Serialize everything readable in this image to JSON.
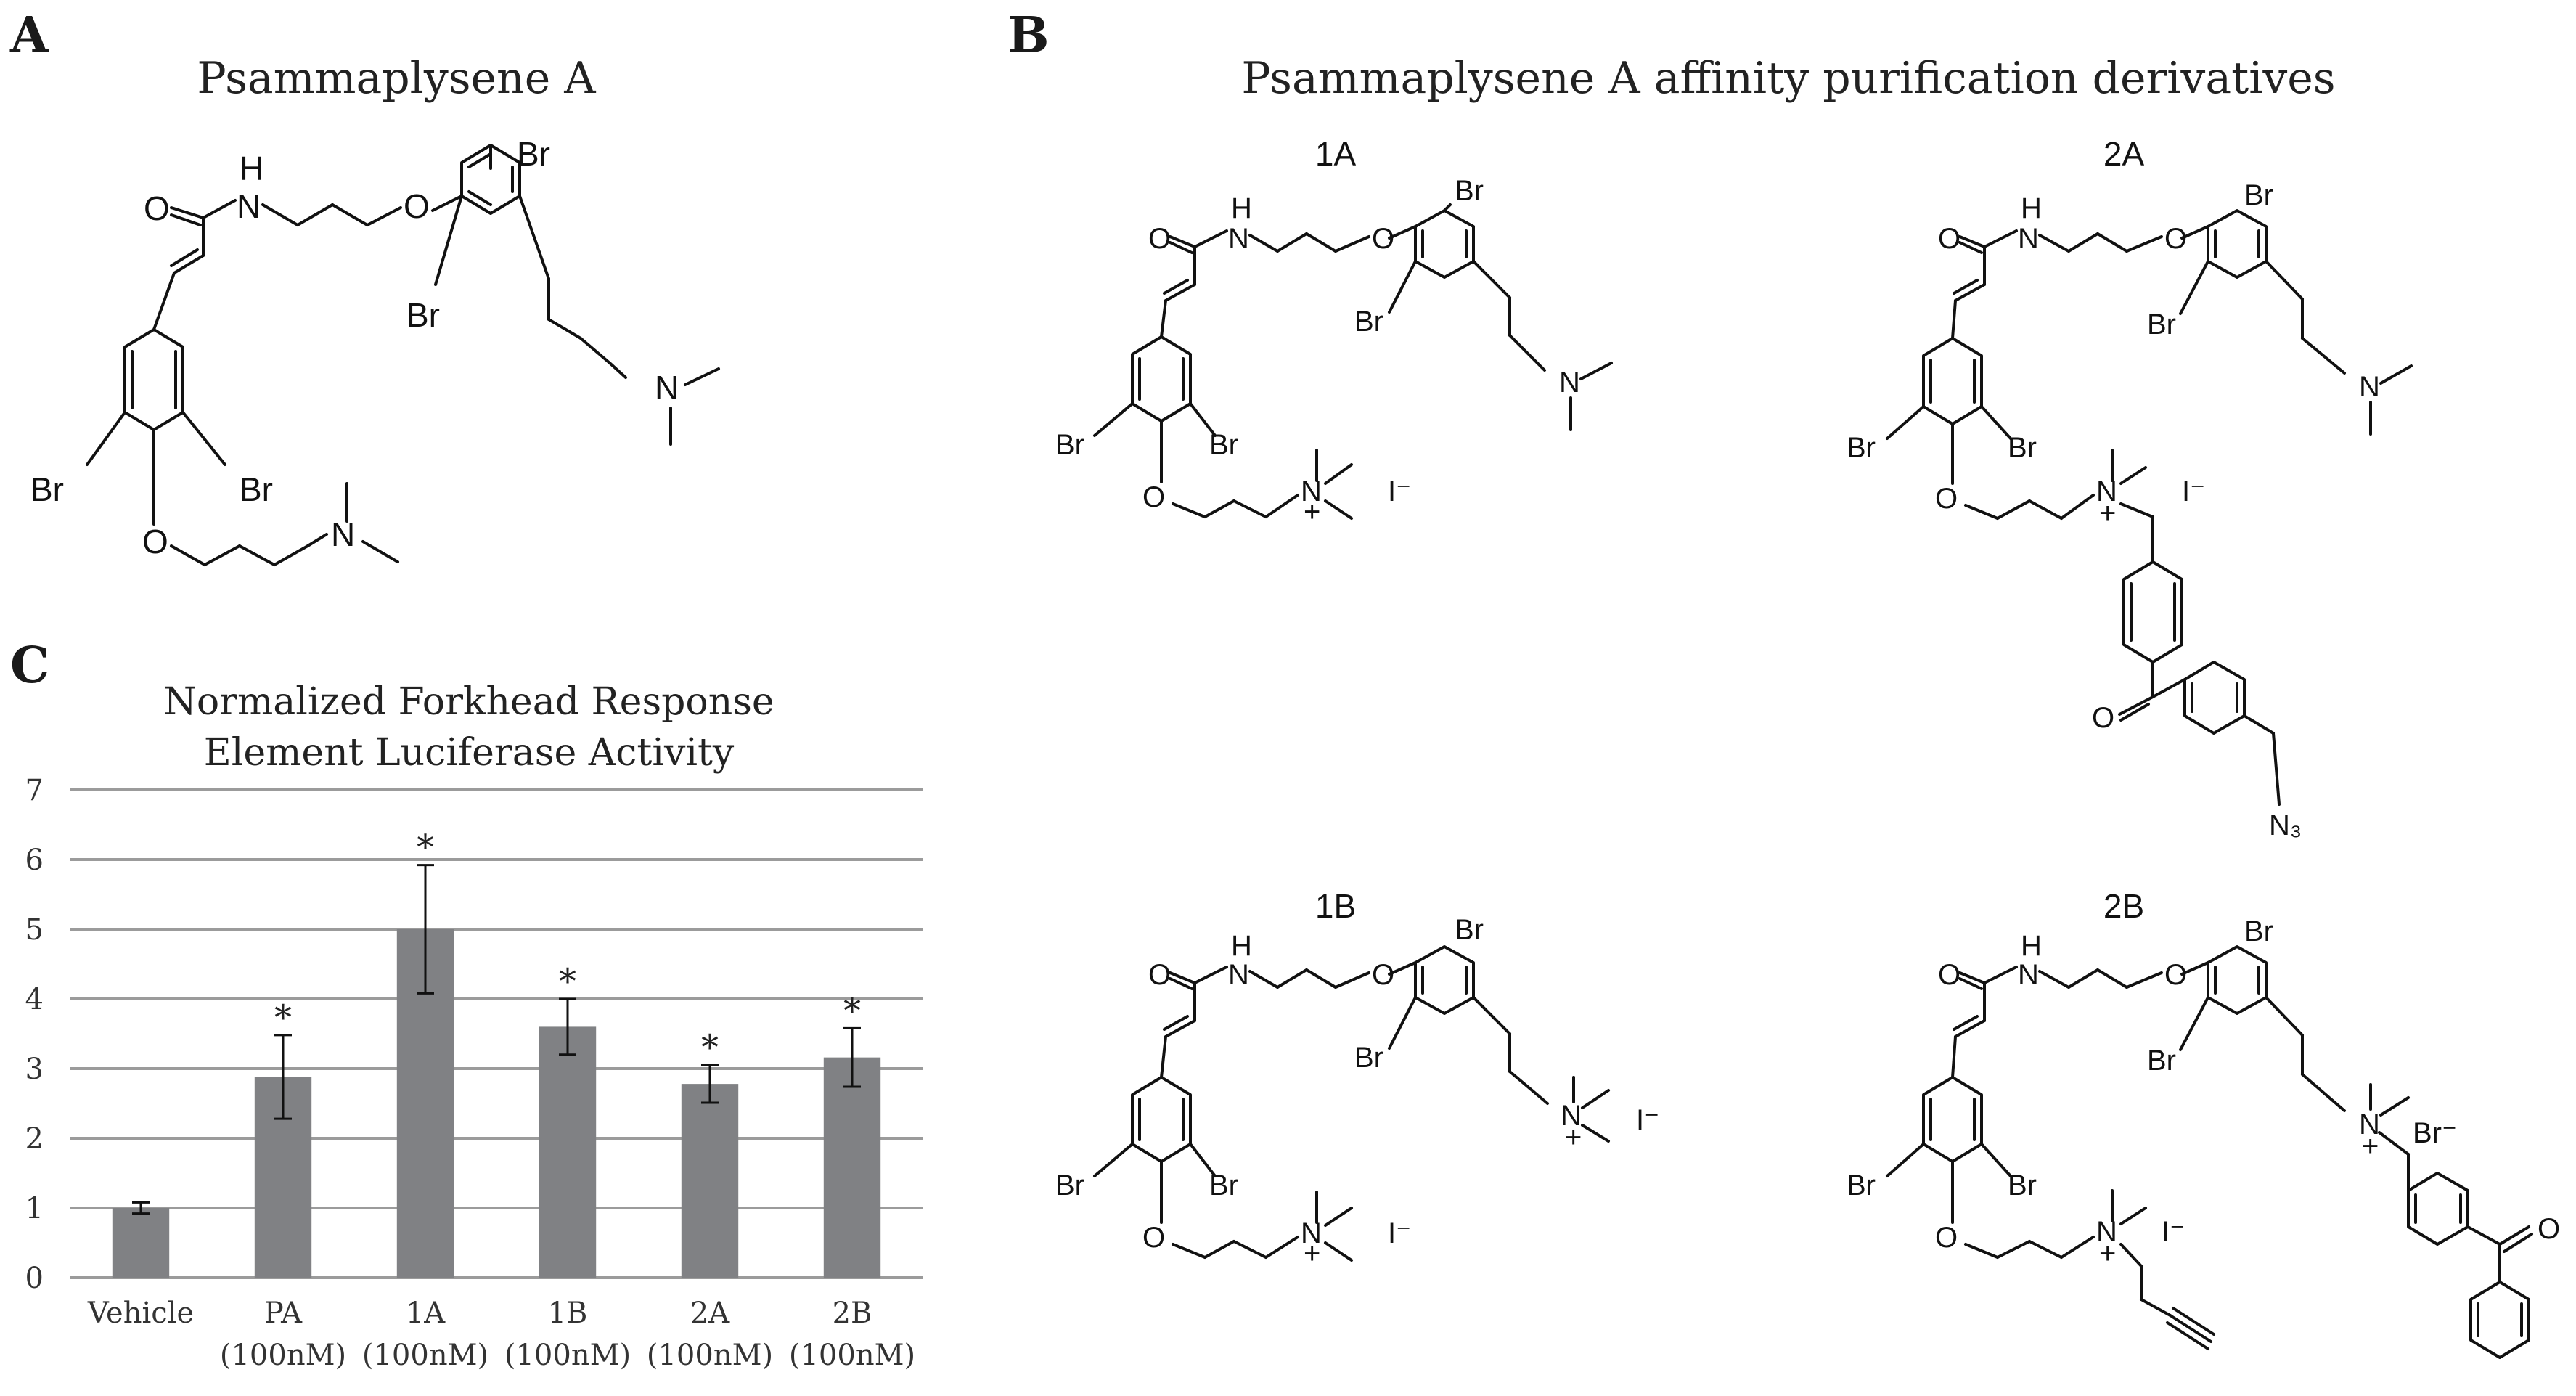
{
  "panels": {
    "a": {
      "letter": "A",
      "title": "Psammaplysene A"
    },
    "b": {
      "letter": "B",
      "title": "Psammaplysene A affinity purification derivatives",
      "compounds": [
        "1A",
        "2A",
        "1B",
        "2B"
      ]
    },
    "c": {
      "letter": "C"
    }
  },
  "atoms": {
    "O": "O",
    "H": "H",
    "N": "N",
    "Br": "Br",
    "I": "I",
    "Iminus": "I⁻",
    "Brminus": "Br⁻",
    "plus": "+",
    "N3": "N₃"
  },
  "chart_data": {
    "type": "bar",
    "title": "Normalized Forkhead Response Element Luciferase Activity",
    "title_lines": [
      "Normalized Forkhead Response",
      "Element Luciferase Activity"
    ],
    "categories": [
      "Vehicle",
      "PA",
      "1A",
      "1B",
      "2A",
      "2B"
    ],
    "sub_labels": [
      "",
      "(100nM)",
      "(100nM)",
      "(100nM)",
      "(100nM)",
      "(100nM)"
    ],
    "values": [
      1.0,
      2.88,
      5.0,
      3.6,
      2.78,
      3.16
    ],
    "errors": [
      0.08,
      0.6,
      0.92,
      0.4,
      0.27,
      0.42
    ],
    "significance": [
      "",
      "*",
      "*",
      "*",
      "*",
      "*"
    ],
    "ylim": [
      0,
      7
    ],
    "yticks": [
      "0",
      "1",
      "2",
      "3",
      "4",
      "5",
      "6",
      "7"
    ],
    "grid": true,
    "bar_color": "#808184",
    "grid_color": "#9b9b9b"
  }
}
